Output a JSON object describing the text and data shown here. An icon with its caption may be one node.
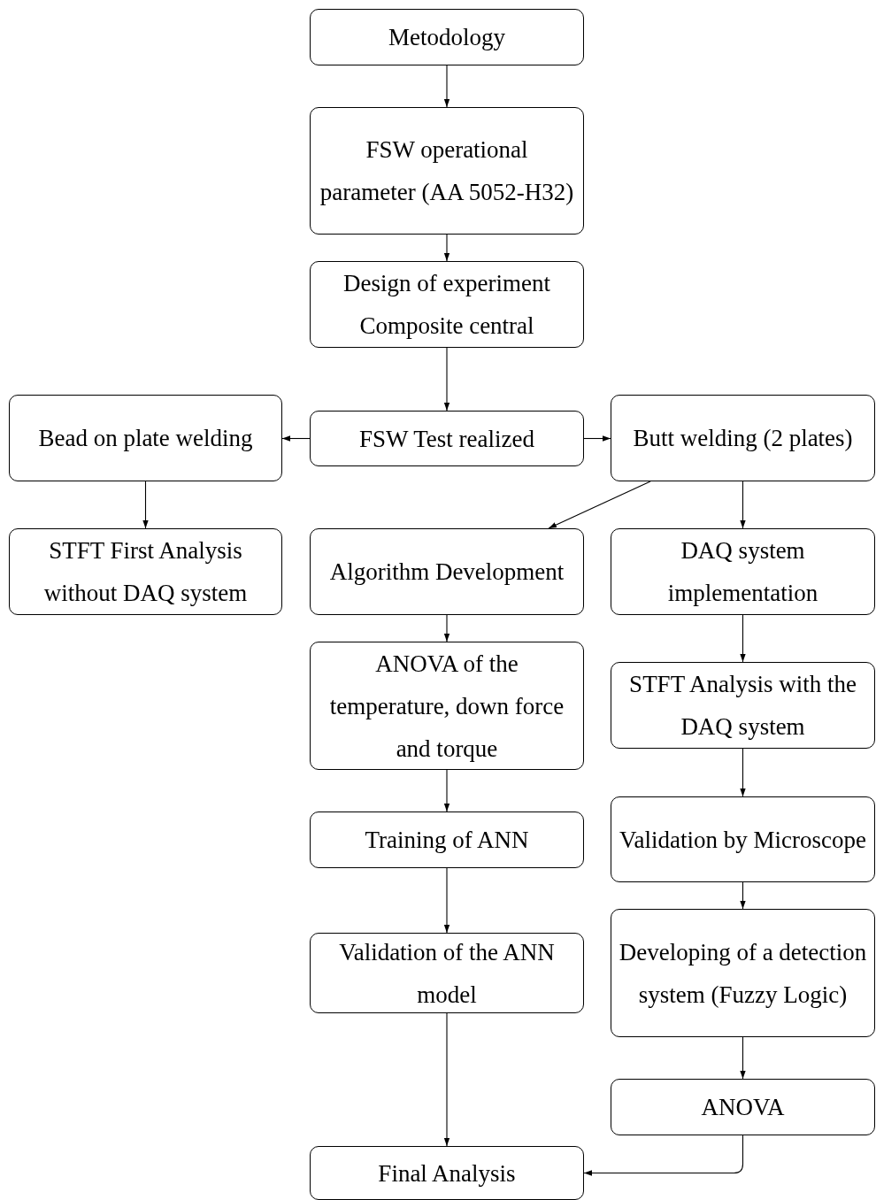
{
  "diagram": {
    "nodes": [
      {
        "text": [
          "Metodology"
        ]
      },
      {
        "text": [
          "FSW operational parameter (AA 5052-H32)"
        ]
      },
      {
        "text": [
          "Design of experiment Composite central"
        ]
      },
      {
        "text": [
          "Bead on plate welding"
        ]
      },
      {
        "text": [
          "FSW Test realized"
        ]
      },
      {
        "text": [
          "Butt welding (2 plates)"
        ]
      },
      {
        "text": [
          "STFT First Analysis without DAQ system"
        ]
      },
      {
        "text": [
          "Algorithm Development"
        ]
      },
      {
        "text": [
          "DAQ system implementation"
        ]
      },
      {
        "text": [
          "ANOVA of the temperature, down force and torque"
        ]
      },
      {
        "text": [
          "STFT Analysis with the DAQ system"
        ]
      },
      {
        "text": [
          "Training of ANN"
        ]
      },
      {
        "text": [
          "Validation by Microscope"
        ]
      },
      {
        "text": [
          "Validation of the ANN model"
        ]
      },
      {
        "text": [
          "Developing of a detection system (Fuzzy Logic)"
        ]
      },
      {
        "text": [
          "ANOVA"
        ]
      },
      {
        "text": [
          "Final Analysis"
        ]
      }
    ],
    "edges": [
      {
        "from": 0,
        "to": 1,
        "arrow": "to"
      },
      {
        "from": 1,
        "to": 2,
        "arrow": "to"
      },
      {
        "from": 2,
        "to": 4,
        "arrow": "to"
      },
      {
        "from": 4,
        "to": 3,
        "arrow": "to"
      },
      {
        "from": 4,
        "to": 5,
        "arrow": "to"
      },
      {
        "from": 3,
        "to": 6,
        "arrow": "to"
      },
      {
        "from": 5,
        "to": 7,
        "arrow": "to"
      },
      {
        "from": 5,
        "to": 8,
        "arrow": "to"
      },
      {
        "from": 7,
        "to": 9,
        "arrow": "to"
      },
      {
        "from": 9,
        "to": 11,
        "arrow": "to"
      },
      {
        "from": 11,
        "to": 13,
        "arrow": "to"
      },
      {
        "from": 13,
        "to": 16,
        "arrow": "to"
      },
      {
        "from": 8,
        "to": 10,
        "arrow": "to"
      },
      {
        "from": 10,
        "to": 12,
        "arrow": "to"
      },
      {
        "from": 12,
        "to": 14,
        "arrow": "to"
      },
      {
        "from": 14,
        "to": 15,
        "arrow": "to"
      },
      {
        "from": 15,
        "to": 16,
        "arrow": "to"
      }
    ]
  }
}
